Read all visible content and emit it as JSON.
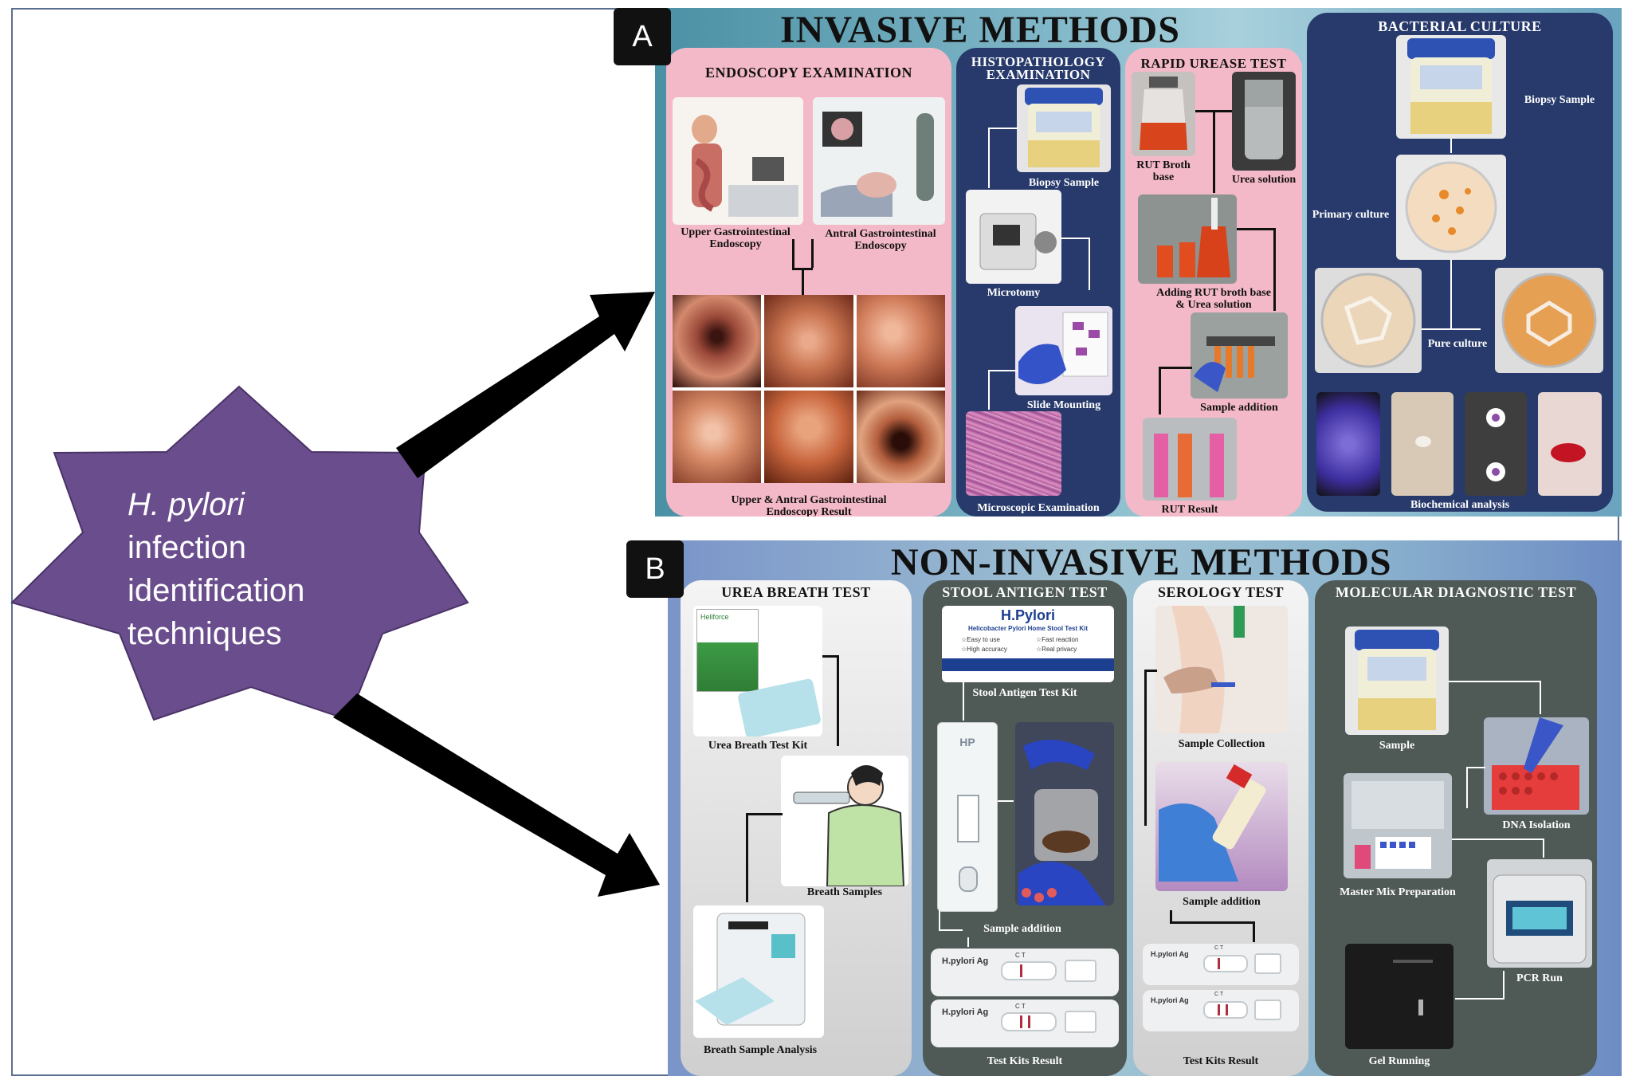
{
  "star": {
    "line1": "H. pylori",
    "line2": "infection",
    "line3": "identification",
    "line4": "techniques"
  },
  "panel_a": {
    "badge": "A",
    "title": "INVASIVE METHODS",
    "endoscopy": {
      "title": "ENDOSCOPY EXAMINATION",
      "upper_label_1": "Upper Gastrointestinal",
      "upper_label_2": "Endoscopy",
      "antral_label_1": "Antral Gastrointestinal",
      "antral_label_2": "Endoscopy",
      "result_label_1": "Upper & Antral Gastrointestinal",
      "result_label_2": "Endoscopy Result"
    },
    "histopathology": {
      "title_1": "HISTOPATHOLOGY",
      "title_2": "EXAMINATION",
      "biopsy": "Biopsy Sample",
      "microtomy": "Microtomy",
      "slide": "Slide Mounting",
      "microscopic": "Microscopic Examination"
    },
    "rut": {
      "title": "RAPID UREASE TEST",
      "broth_1": "RUT Broth",
      "broth_2": "base",
      "urea": "Urea solution",
      "adding_1": "Adding RUT broth base",
      "adding_2": "& Urea solution",
      "sample_addition": "Sample addition",
      "result": "RUT Result"
    },
    "culture": {
      "title": "BACTERIAL CULTURE",
      "biopsy": "Biopsy Sample",
      "primary": "Primary culture",
      "pure": "Pure culture",
      "biochem": "Biochemical analysis"
    }
  },
  "panel_b": {
    "badge": "B",
    "title": "NON-INVASIVE METHODS",
    "ubt": {
      "title": "UREA BREATH TEST",
      "kit": "Urea Breath Test Kit",
      "breath": "Breath Samples",
      "analysis": "Breath Sample Analysis",
      "kit_brand": "Heliforce"
    },
    "stool": {
      "title": "STOOL ANTIGEN TEST",
      "kit_name": "H.Pylori",
      "kit_sub": "Helicobacter Pylori Home Stool Test Kit",
      "kit_f1": "☆Easy to use",
      "kit_f2": "☆Fast reaction",
      "kit_f3": "☆High accuracy",
      "kit_f4": "☆Real privacy",
      "kit_label": "Stool Antigen Test Kit",
      "device": "HP",
      "sample_addition": "Sample addition",
      "strip": "H.pylori Ag",
      "ct": "C  T",
      "result": "Test Kits Result"
    },
    "serology": {
      "title": "SEROLOGY TEST",
      "collection": "Sample Collection",
      "sample_addition": "Sample addition",
      "strip": "H.pylori Ag",
      "ct": "C  T",
      "result": "Test Kits Result"
    },
    "molecular": {
      "title": "MOLECULAR DIAGNOSTIC TEST",
      "sample": "Sample",
      "dna": "DNA Isolation",
      "master": "Master Mix Preparation",
      "pcr": "PCR Run",
      "gel": "Gel Running"
    }
  }
}
